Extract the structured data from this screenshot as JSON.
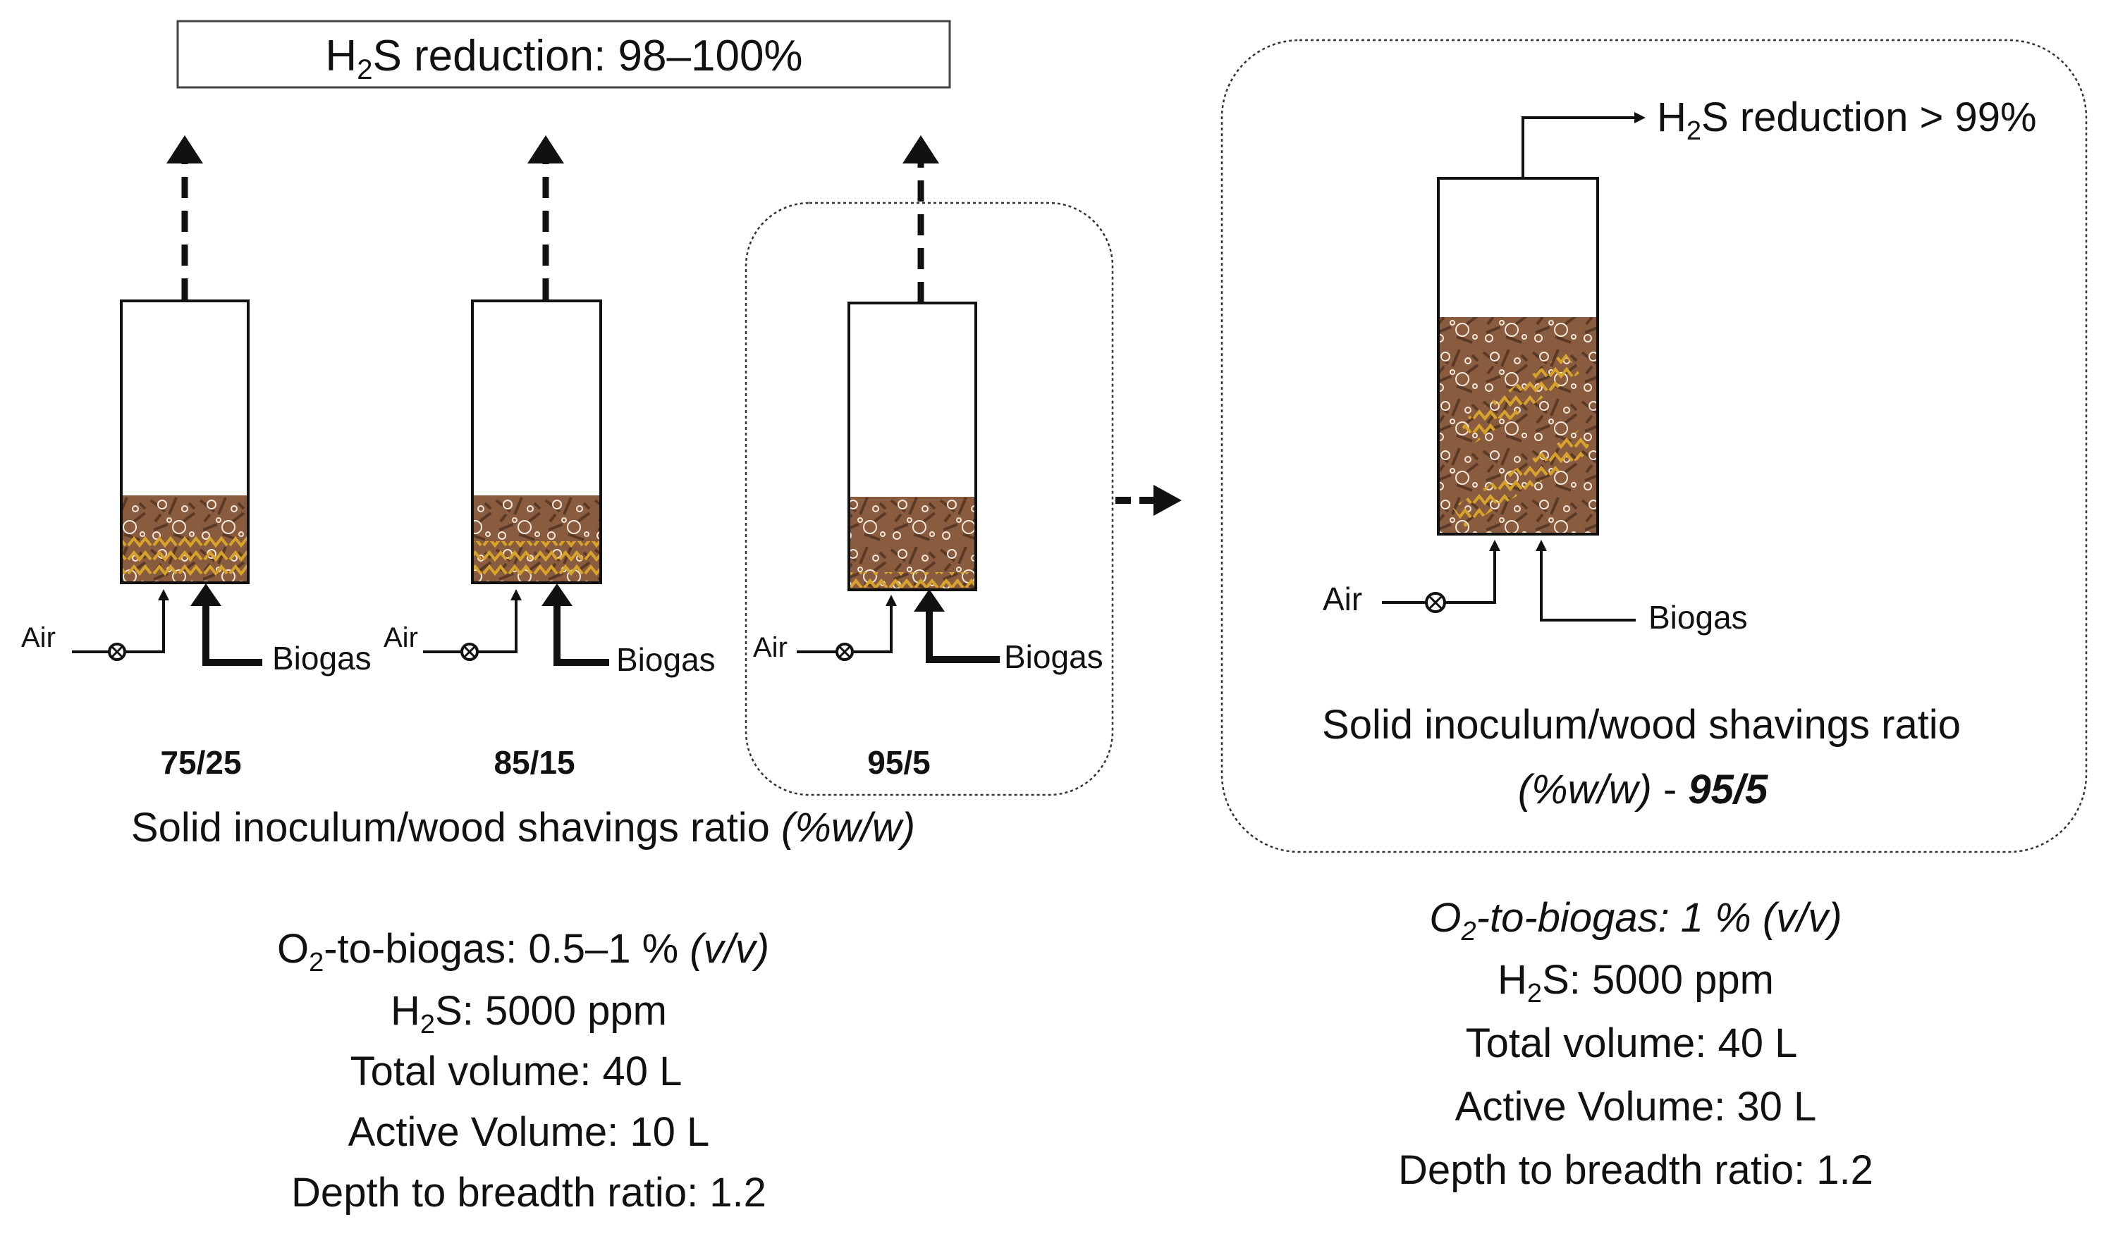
{
  "top_banner": {
    "prefix": "H",
    "sub": "2",
    "rest": "S reduction: 98–100%"
  },
  "columns": [
    {
      "ratio": "75/25",
      "air_label": "Air",
      "biogas_label": "Biogas"
    },
    {
      "ratio": "85/15",
      "air_label": "Air",
      "biogas_label": "Biogas"
    },
    {
      "ratio": "95/5",
      "air_label": "Air",
      "biogas_label": "Biogas"
    }
  ],
  "left_caption": {
    "text": "Solid inoculum/wood shavings ratio ",
    "italic": "(%w/w)"
  },
  "left_conditions": {
    "o2_prefix": "O",
    "o2_sub": "2",
    "o2_rest": "-to-biogas: 0.5–1 % ",
    "o2_unit": "(v/v)",
    "h2s_prefix": "H",
    "h2s_sub": "2",
    "h2s_rest": "S: 5000 ppm",
    "total_volume": "Total volume: 40 L",
    "active_volume": "Active Volume: 10 L",
    "depth_ratio": "Depth to breadth ratio: 1.2"
  },
  "right_panel": {
    "outlet_prefix": "H",
    "outlet_sub": "2",
    "outlet_rest": "S reduction > 99%",
    "air_label": "Air",
    "biogas_label": "Biogas",
    "caption_line1": "Solid inoculum/wood shavings ratio",
    "caption_italic": "(%w/w)",
    "caption_dash": " - ",
    "caption_ratio": "95/5"
  },
  "right_conditions": {
    "o2_prefix": "O",
    "o2_sub": "2",
    "o2_rest": "-to-biogas: 1 % (v/v)",
    "h2s_prefix": "H",
    "h2s_sub": "2",
    "h2s_rest": "S: 5000 ppm",
    "total_volume": "Total volume: 40 L",
    "active_volume": "Active Volume: 30 L",
    "depth_ratio": "Depth to breadth ratio: 1.2"
  },
  "colors": {
    "packing_brown": "#8a5c3f",
    "packing_dark": "#5a3a26",
    "packing_yellow": "#d8a32a",
    "line": "#111111"
  }
}
